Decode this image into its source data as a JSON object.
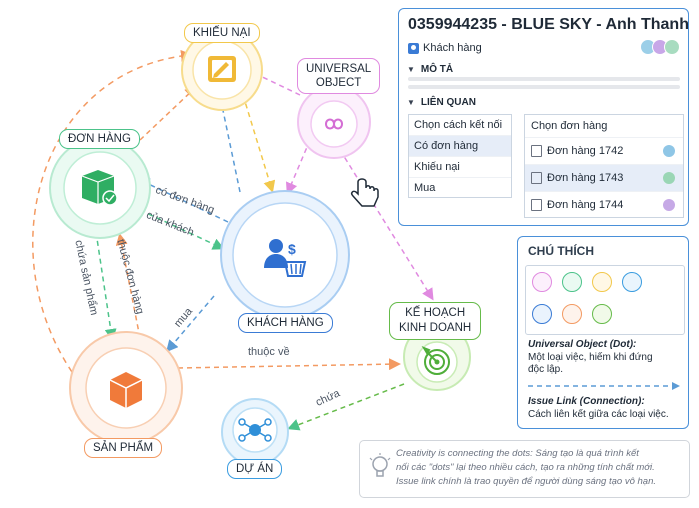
{
  "nodes": {
    "khieu_nai": {
      "label": "KHIẾU NẠI",
      "color": "#f2c84b"
    },
    "universal": {
      "label_line1": "UNIVERSAL",
      "label_line2": "OBJECT",
      "color": "#e08ae0"
    },
    "don_hang": {
      "label": "ĐƠN HÀNG",
      "color": "#4cc38a"
    },
    "khach_hang": {
      "label": "KHÁCH HÀNG",
      "color": "#3a7bd5"
    },
    "ke_hoach": {
      "label_line1": "KẾ HOẠCH",
      "label_line2": "KINH DOANH",
      "color": "#66bb4a"
    },
    "san_pham": {
      "label": "SẢN PHẨM",
      "color": "#f39a62"
    },
    "du_an": {
      "label": "DỰ ÁN",
      "color": "#3a9ce0"
    }
  },
  "edges": {
    "co_don_hang": "có đơn hàng",
    "cua_khach": "của khách",
    "chua_san_pham": "chứa sản phẩm",
    "thuoc_don_hang": "thuộc đơn hàng",
    "mua": "mua",
    "thuoc_ve": "thuộc về",
    "chua": "chứa"
  },
  "issue_panel": {
    "title": "0359944235 - BLUE SKY - Anh Thanh",
    "issue_type": "Khách hàng",
    "description_section": "MÔ TẢ",
    "related_section": "LIÊN QUAN",
    "link_type_header": "Chọn cách kết nối",
    "link_types": [
      "Có đơn hàng",
      "Khiếu nại",
      "Mua"
    ],
    "issue_header": "Chọn đơn hàng",
    "issues": [
      "Đơn hàng 1742",
      "Đơn hàng 1743",
      "Đơn hàng 1744"
    ]
  },
  "legend": {
    "title": "CHÚ THÍCH",
    "dot_title": "Universal Object (Dot):",
    "dot_desc_line1": "Một loại việc, hiếm khi đứng",
    "dot_desc_line2": "độc lập.",
    "link_title": "Issue Link (Connection):",
    "link_desc": "Cách liên kết giữa các loại việc."
  },
  "quote": {
    "line1": "Creativity is connecting the dots: Sáng tạo là quá trình kết",
    "line2": "nối các \"dots\" lại theo nhiều cách, tạo ra những tính chất mới.",
    "line3": "Issue link chính là trao quyền để người dùng sáng tạo vô hạn."
  },
  "colors": {
    "accent_blue": "#3a7bd5",
    "panel_border": "#4a90d9",
    "edge_orange": "#f39a62",
    "edge_pink": "#e08ae0",
    "edge_green": "#4cc38a",
    "edge_yellow": "#f2c84b"
  }
}
